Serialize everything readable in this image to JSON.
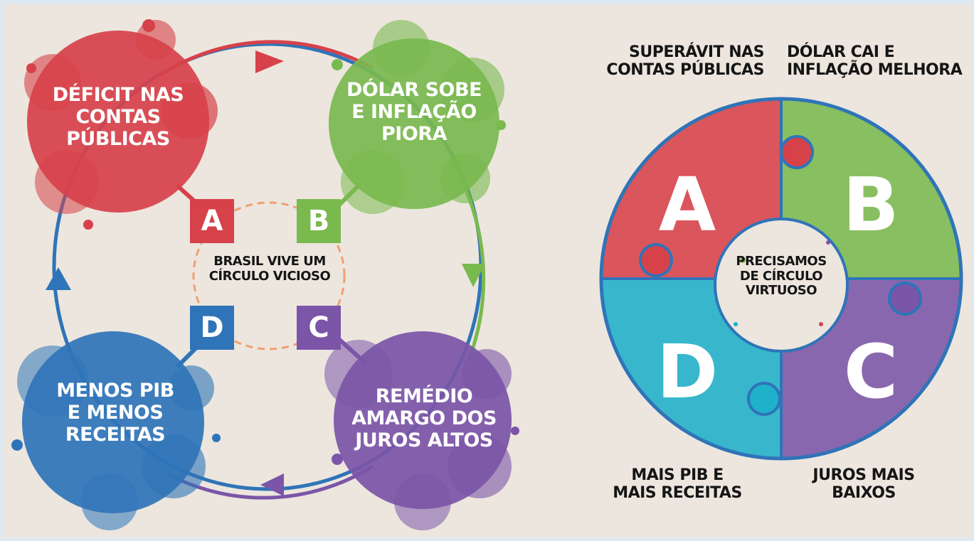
{
  "colors": {
    "red": "#d7414a",
    "green": "#7ab94e",
    "purple": "#7b55a7",
    "blue": "#2f74b8",
    "teal": "#1fb1c9",
    "orange": "#f0a070",
    "background": "#ece6de"
  },
  "vicious": {
    "center": "BRASIL VIVE UM\nCÍRCULO VICIOSO",
    "a": {
      "letter": "A",
      "text": "DÉFICIT NAS\nCONTAS\nPÚBLICAS"
    },
    "b": {
      "letter": "B",
      "text": "DÓLAR SOBE\nE INFLAÇÃO\nPIORA"
    },
    "c": {
      "letter": "C",
      "text": "REMÉDIO\nAMARGO DOS\nJUROS ALTOS"
    },
    "d": {
      "letter": "D",
      "text": "MENOS PIB\nE MENOS\nRECEITAS"
    }
  },
  "virtuous": {
    "center": "PRECISAMOS\nDE CÍRCULO\nVIRTUOSO",
    "a": {
      "letter": "A",
      "caption": "SUPERÁVIT NAS\nCONTAS PÚBLICAS"
    },
    "b": {
      "letter": "B",
      "caption": "DÓLAR CAI E\nINFLAÇÃO MELHORA"
    },
    "c": {
      "letter": "C",
      "caption": "JUROS MAIS\nBAIXOS"
    },
    "d": {
      "letter": "D",
      "caption": "MAIS PIB E\nMAIS RECEITAS"
    }
  }
}
